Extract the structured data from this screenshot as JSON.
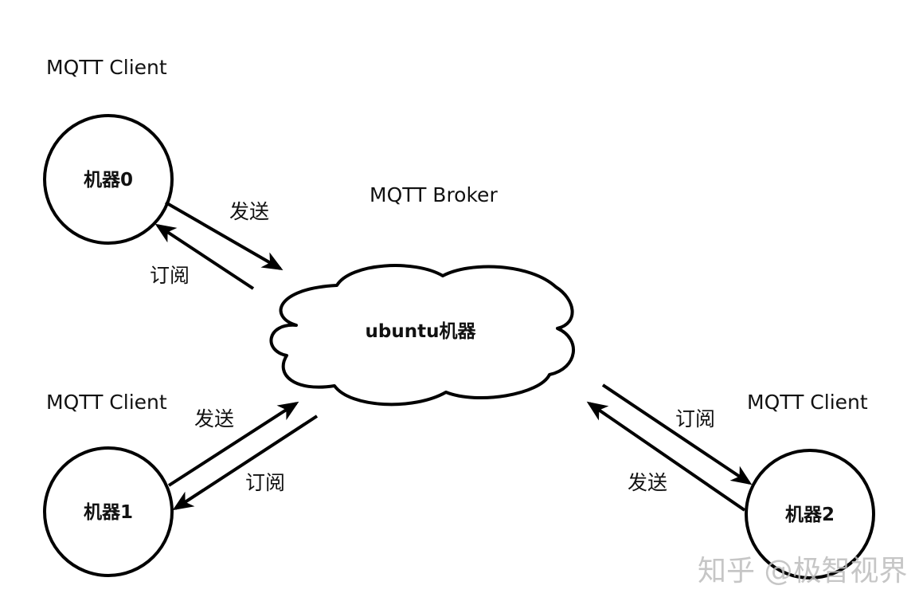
{
  "diagram": {
    "broker": {
      "caption": "MQTT Broker",
      "label": "ubuntu机器"
    },
    "clients": [
      {
        "caption": "MQTT Client",
        "label": "机器0"
      },
      {
        "caption": "MQTT Client",
        "label": "机器1"
      },
      {
        "caption": "MQTT Client",
        "label": "机器2"
      }
    ],
    "edges": [
      {
        "from": "机器0",
        "to": "ubuntu机器",
        "label": "发送"
      },
      {
        "from": "ubuntu机器",
        "to": "机器0",
        "label": "订阅"
      },
      {
        "from": "机器1",
        "to": "ubuntu机器",
        "label": "发送"
      },
      {
        "from": "ubuntu机器",
        "to": "机器1",
        "label": "订阅"
      },
      {
        "from": "ubuntu机器",
        "to": "机器2",
        "label": "订阅"
      },
      {
        "from": "机器2",
        "to": "ubuntu机器",
        "label": "发送"
      }
    ],
    "watermark": "知乎 @极智视界"
  }
}
